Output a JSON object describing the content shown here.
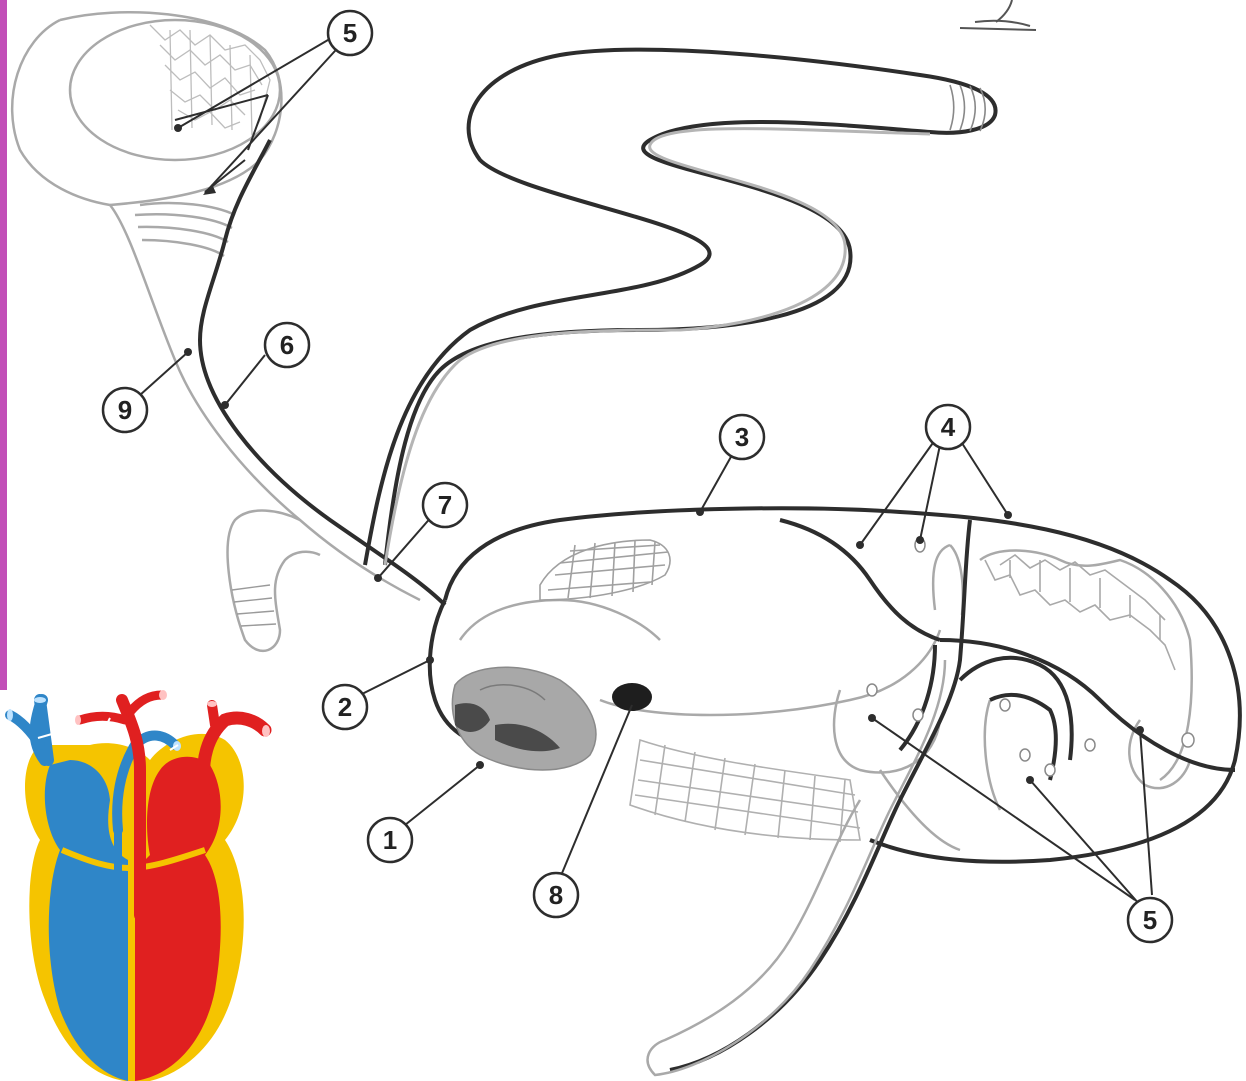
{
  "colors": {
    "background": "#ffffff",
    "edge_bar": "#c24fb8",
    "dark_line": "#2d2d2d",
    "light_line": "#a9a9a9",
    "gland": "#9a9a9a",
    "gland_dark": "#4a4a4a",
    "heart_blue": "#2f86c8",
    "heart_red": "#e02020",
    "heart_yellow": "#f5c400"
  },
  "labels": [
    {
      "id": "label-5-top",
      "text": "5"
    },
    {
      "id": "label-6",
      "text": "6"
    },
    {
      "id": "label-9",
      "text": "9"
    },
    {
      "id": "label-7",
      "text": "7"
    },
    {
      "id": "label-3",
      "text": "3"
    },
    {
      "id": "label-4",
      "text": "4"
    },
    {
      "id": "label-2",
      "text": "2"
    },
    {
      "id": "label-1",
      "text": "1"
    },
    {
      "id": "label-8",
      "text": "8"
    },
    {
      "id": "label-5-bottom",
      "text": "5"
    }
  ],
  "icons": {
    "heart_inset": "heart-diagram-icon",
    "small_mark": "stand-sketch-icon"
  }
}
